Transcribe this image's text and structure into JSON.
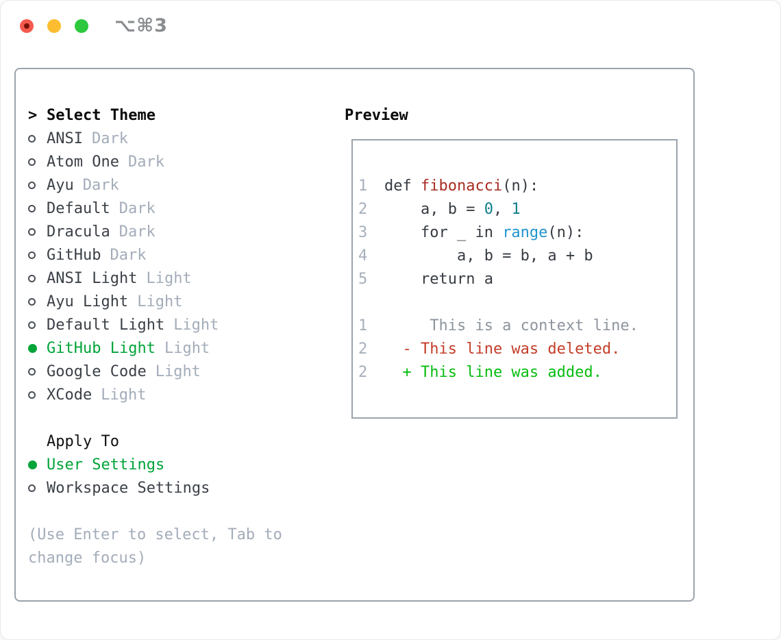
{
  "window": {
    "title_shortcut": "⌥⌘3"
  },
  "traffic_lights": {
    "close_color": "#f4594e",
    "minimize_color": "#fcbe30",
    "zoom_color": "#2dc83e",
    "close_modified_dot_color": "#7a1107"
  },
  "theme_panel": {
    "prompt": {
      "marker": ">",
      "label": "Select Theme"
    },
    "themes": [
      {
        "name": "ANSI",
        "variant": "Dark",
        "selected": false
      },
      {
        "name": "Atom One",
        "variant": "Dark",
        "selected": false
      },
      {
        "name": "Ayu",
        "variant": "Dark",
        "selected": false
      },
      {
        "name": "Default",
        "variant": "Dark",
        "selected": false
      },
      {
        "name": "Dracula",
        "variant": "Dark",
        "selected": false
      },
      {
        "name": "GitHub",
        "variant": "Dark",
        "selected": false
      },
      {
        "name": "ANSI Light",
        "variant": "Light",
        "selected": false
      },
      {
        "name": "Ayu Light",
        "variant": "Light",
        "selected": false
      },
      {
        "name": "Default Light",
        "variant": "Light",
        "selected": false
      },
      {
        "name": "GitHub Light",
        "variant": "Light",
        "selected": true
      },
      {
        "name": "Google Code",
        "variant": "Light",
        "selected": false
      },
      {
        "name": "XCode",
        "variant": "Light",
        "selected": false
      }
    ],
    "apply_to": {
      "label": "Apply To",
      "options": [
        {
          "name": "User Settings",
          "selected": true
        },
        {
          "name": "Workspace Settings",
          "selected": false
        }
      ]
    },
    "hint_lines": [
      "(Use Enter to select, Tab to",
      "change focus)"
    ]
  },
  "preview": {
    "label": "Preview",
    "code_lines": [
      {
        "num": "1",
        "segments": [
          {
            "t": "def ",
            "c": "text"
          },
          {
            "t": "fibonacci",
            "c": "func"
          },
          {
            "t": "(n):",
            "c": "text"
          }
        ]
      },
      {
        "num": "2",
        "segments": [
          {
            "t": "    a, b = ",
            "c": "text"
          },
          {
            "t": "0",
            "c": "num"
          },
          {
            "t": ", ",
            "c": "text"
          },
          {
            "t": "1",
            "c": "num"
          }
        ]
      },
      {
        "num": "3",
        "segments": [
          {
            "t": "    for _ in ",
            "c": "text"
          },
          {
            "t": "range",
            "c": "builtin"
          },
          {
            "t": "(n):",
            "c": "text"
          }
        ]
      },
      {
        "num": "4",
        "segments": [
          {
            "t": "        a, b = b, a + b",
            "c": "text"
          }
        ]
      },
      {
        "num": "5",
        "segments": [
          {
            "t": "    return a",
            "c": "text"
          }
        ]
      },
      {
        "num": "",
        "segments": []
      },
      {
        "num": "1",
        "segments": [
          {
            "t": "     This is a context line.",
            "c": "context"
          }
        ]
      },
      {
        "num": "2",
        "segments": [
          {
            "t": "  - This line was deleted.",
            "c": "deleted"
          }
        ]
      },
      {
        "num": "2",
        "segments": [
          {
            "t": "  + This line was added.",
            "c": "added"
          }
        ]
      }
    ]
  },
  "colors": {
    "selection_green": "#00a438",
    "added_green": "#06bd10",
    "deleted_red": "#c33d28",
    "function_red": "#a92b22",
    "number_teal": "#0f7e8b",
    "builtin_blue": "#2095cf",
    "panel_border": "#9ba3ad",
    "muted_gray": "#a3acb9",
    "titlebar_gray": "#8a8d90"
  }
}
